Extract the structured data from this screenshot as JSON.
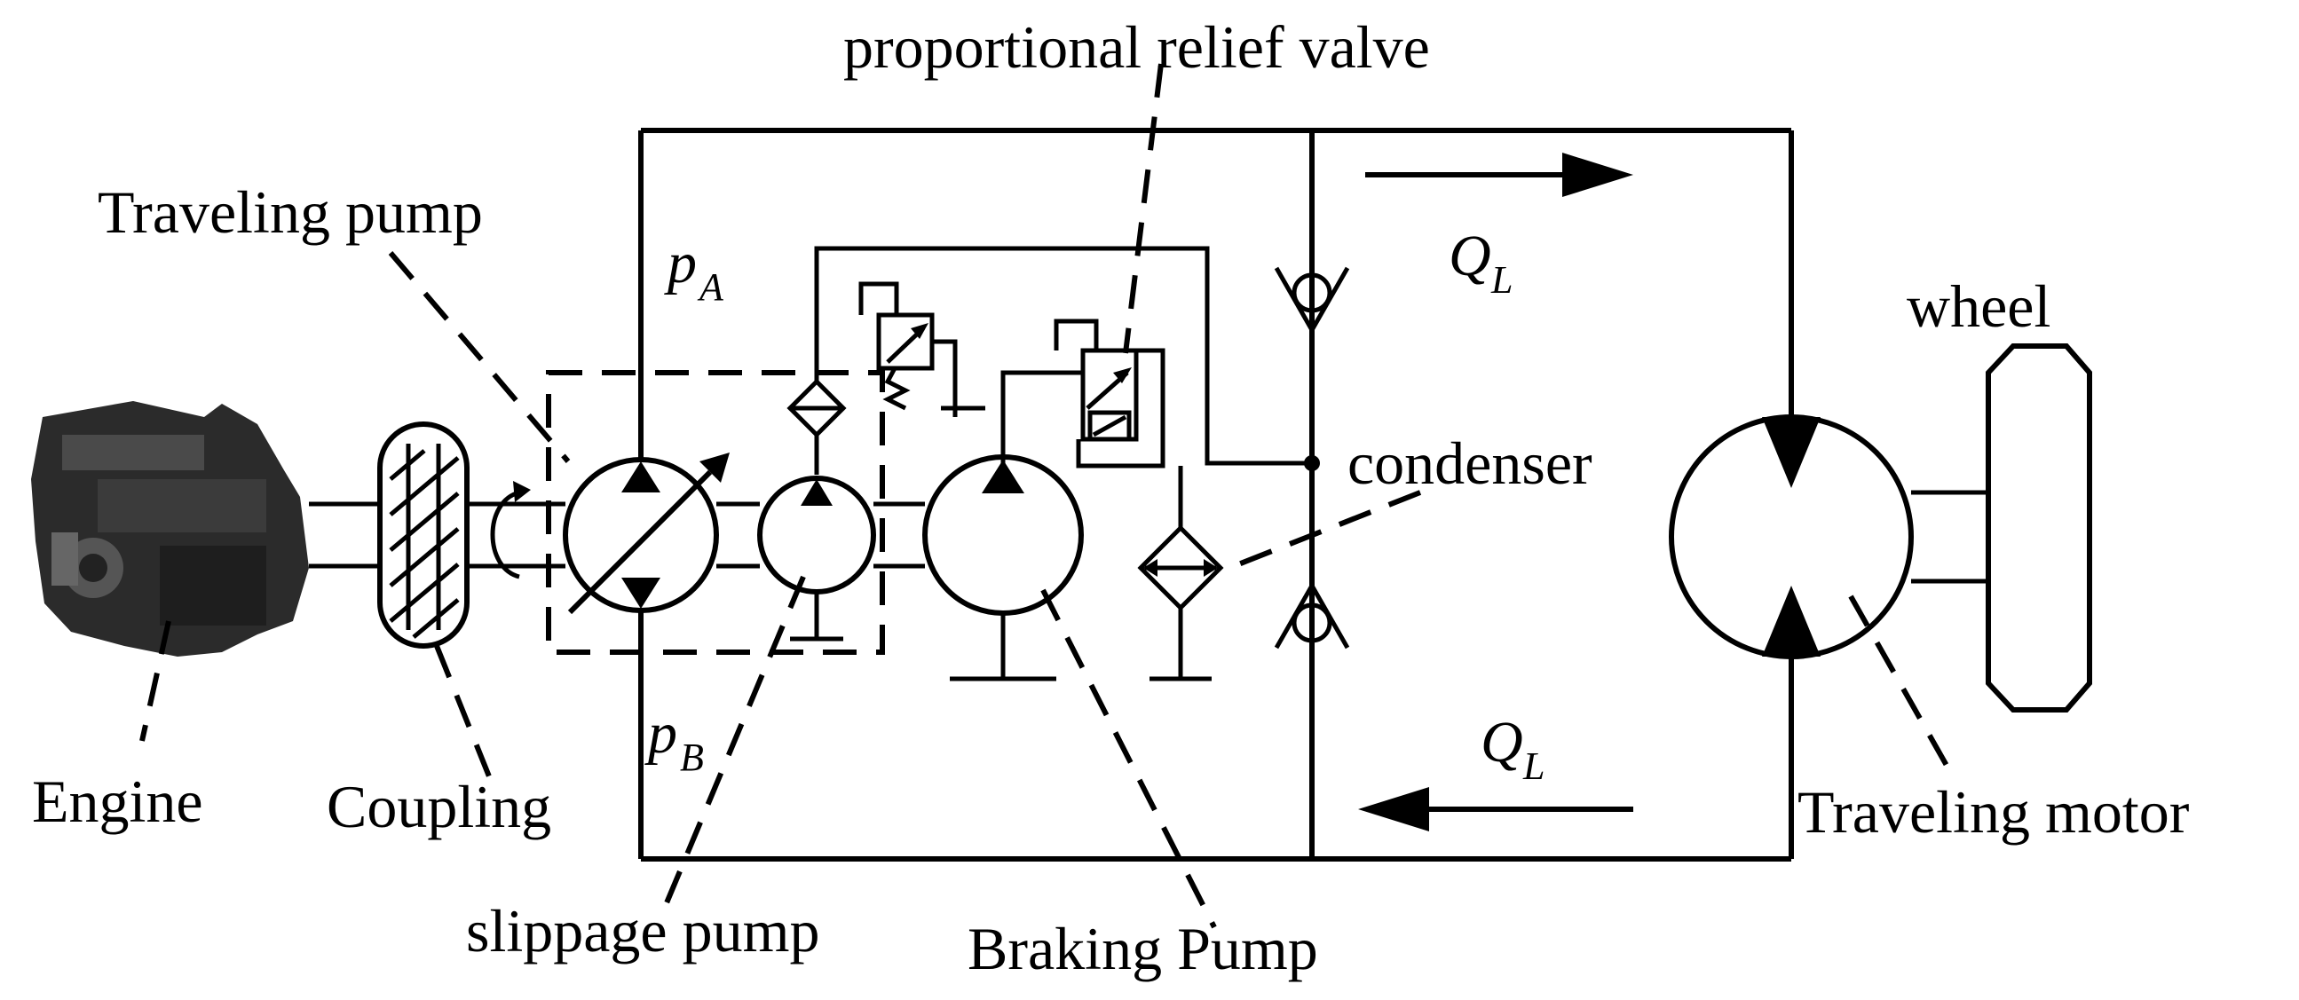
{
  "labels": {
    "proportional_relief_valve": "proportional relief valve",
    "traveling_pump": "Traveling pump",
    "wheel": "wheel",
    "condenser": "condenser",
    "engine": "Engine",
    "coupling": "Coupling",
    "traveling_motor": "Traveling motor",
    "slippage_pump": "slippage pump",
    "braking_pump": "Braking Pump"
  },
  "symbols": {
    "pA": {
      "main": "p",
      "sub": "A"
    },
    "pB": {
      "main": "p",
      "sub": "B"
    },
    "QL_top": {
      "main": "Q",
      "sub": "L"
    },
    "QL_bottom": {
      "main": "Q",
      "sub": "L"
    }
  },
  "colors": {
    "line": "#000000",
    "background": "#ffffff",
    "engine_body": "#2b2b2b"
  }
}
